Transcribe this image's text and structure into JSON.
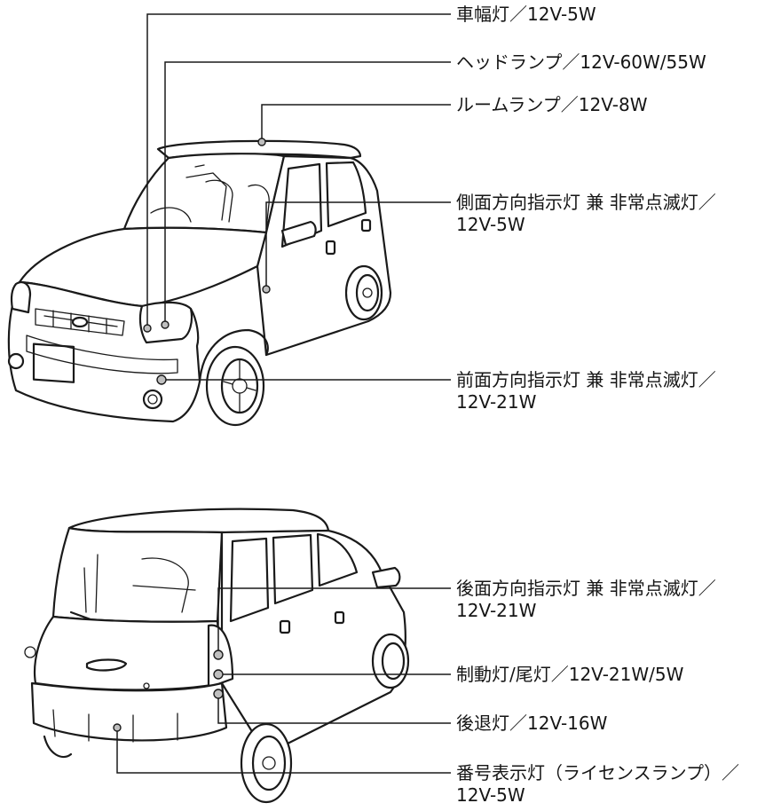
{
  "front_view": {
    "labels": [
      {
        "id": "side-marker",
        "lines": [
          "車幅灯／12V-5W"
        ]
      },
      {
        "id": "headlamp",
        "lines": [
          "ヘッドランプ／12V-60W/55W"
        ]
      },
      {
        "id": "room-lamp",
        "lines": [
          "ルームランプ／12V-8W"
        ]
      },
      {
        "id": "side-turn",
        "lines": [
          "側面方向指示灯 兼 非常点滅灯／",
          "12V-5W"
        ]
      },
      {
        "id": "front-turn",
        "lines": [
          "前面方向指示灯 兼 非常点滅灯／",
          "12V-21W"
        ]
      }
    ]
  },
  "rear_view": {
    "labels": [
      {
        "id": "rear-turn",
        "lines": [
          "後面方向指示灯 兼 非常点滅灯／",
          "12V-21W"
        ]
      },
      {
        "id": "brake-tail",
        "lines": [
          "制動灯/尾灯／12V-21W/5W"
        ]
      },
      {
        "id": "reverse",
        "lines": [
          "後退灯／12V-16W"
        ]
      },
      {
        "id": "license-plate",
        "lines": [
          "番号表示灯（ライセンスランプ）／",
          "12V-5W"
        ]
      }
    ]
  }
}
